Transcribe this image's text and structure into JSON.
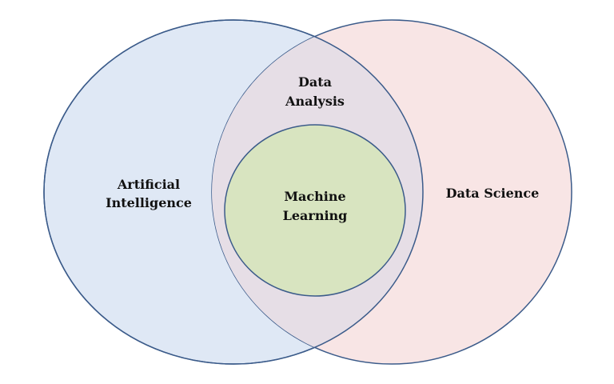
{
  "diagram": {
    "type": "venn",
    "colors": {
      "ai_fill": "#dfe8f5",
      "ds_fill": "#f8e5e5",
      "overlap_fill": "#e6dee6",
      "ml_fill": "#d8e4c0",
      "stroke": "#3b5b8a"
    },
    "labels": {
      "ai_line1": "Artificial",
      "ai_line2": "Intelligence",
      "ds": "Data Science",
      "da_line1": "Data",
      "da_line2": "Analysis",
      "ml_line1": "Machine",
      "ml_line2": "Learning"
    }
  }
}
